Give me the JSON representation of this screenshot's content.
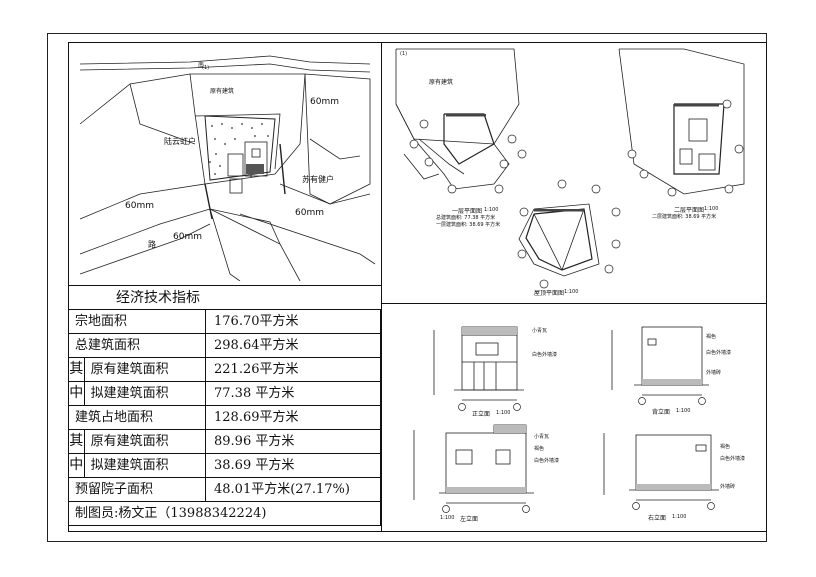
{
  "site": {
    "label_cloud_house": "陆云虹户",
    "label_su_house": "苏有健户",
    "label_existing": "原有建筑",
    "label_road": "路",
    "label_drain_1": "60mm",
    "label_drain_2": "60mm",
    "label_drain_3": "60mm",
    "label_drain_4": "60mm",
    "label_north": "南",
    "label_mark": "(1)"
  },
  "plans": {
    "label_existing_top": "原有建筑",
    "plan1_title": "一层平面图",
    "plan1_area1": "总建筑面积: 77.38 平方米",
    "plan1_area2": "一层建筑面积: 38.69 平方米",
    "plan2_title": "二层平面图",
    "plan2_area": "二层建筑面积: 38.69 平方米",
    "roof_title": "屋顶平面图",
    "scale": "1:100",
    "mark": "(1)"
  },
  "elevations": {
    "front_title": "正立面",
    "back_title": "背立面",
    "left_title": "左立面",
    "right_title": "右立面",
    "scale": "1:100",
    "note_tile": "小青瓦",
    "note_wall": "白色外墙漆",
    "note_paint": "褐色",
    "note_base": "外墙砖"
  },
  "table": {
    "title": "经济技术指标",
    "rows": [
      {
        "label": "宗地面积",
        "value": "176.70平方米"
      },
      {
        "label": "总建筑面积",
        "value": "298.64平方米"
      },
      {
        "qi": "其",
        "label": "原有建筑面积",
        "value": "221.26平方米"
      },
      {
        "qi": "中",
        "label": "拟建建筑面积",
        "value": "77.38 平方米"
      },
      {
        "label": "建筑占地面积",
        "value": "128.69平方米"
      },
      {
        "qi": "其",
        "label": "原有建筑面积",
        "value": "89.96 平方米"
      },
      {
        "qi": "中",
        "label": "拟建建筑面积",
        "value": "38.69 平方米"
      },
      {
        "label": "预留院子面积",
        "value": "48.01平方米(27.17%)"
      },
      {
        "label": "制图员:杨文正（13988342224)"
      }
    ]
  }
}
